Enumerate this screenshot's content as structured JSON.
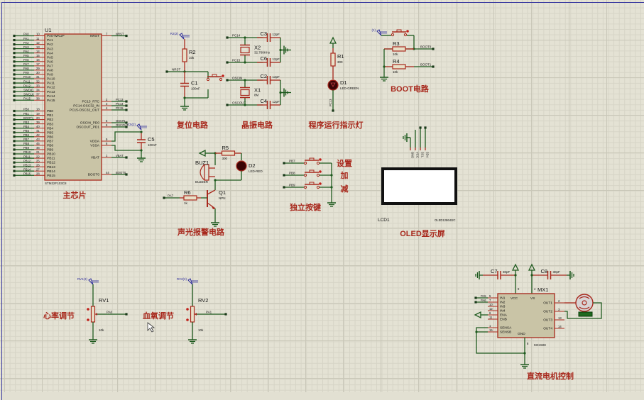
{
  "colors": {
    "wire": "#1e5a1e",
    "component": "#a8291d",
    "body": "#c9c4a6",
    "label": "#111111",
    "probe": "#2a2a9a"
  },
  "mcu": {
    "ref": "U1",
    "part": "STM32F103C8",
    "title": "主芯片",
    "left_pins": [
      {
        "net": "PA0",
        "num": "10",
        "name": "PA0-WKUP"
      },
      {
        "net": "PA1",
        "num": "11",
        "name": "PA1"
      },
      {
        "net": "PA2",
        "num": "12",
        "name": "PA2"
      },
      {
        "net": "PA3",
        "num": "13",
        "name": "PA3"
      },
      {
        "net": "PA4",
        "num": "14",
        "name": "PA4"
      },
      {
        "net": "PA5",
        "num": "15",
        "name": "PA5"
      },
      {
        "net": "PA6",
        "num": "16",
        "name": "PA6"
      },
      {
        "net": "PA7",
        "num": "17",
        "name": "PA7"
      },
      {
        "net": "PA8",
        "num": "29",
        "name": "PA8"
      },
      {
        "net": "PA9",
        "num": "30",
        "name": "PA9"
      },
      {
        "net": "PA10",
        "num": "31",
        "name": "PA10"
      },
      {
        "net": "PA11",
        "num": "32",
        "name": "PA11"
      },
      {
        "net": "PA12",
        "num": "33",
        "name": "PA12"
      },
      {
        "net": "SWDIO",
        "num": "34",
        "name": "PA13"
      },
      {
        "net": "SWCLK",
        "num": "37",
        "name": "PA14"
      },
      {
        "net": "PA15",
        "num": "38",
        "name": "PA15"
      },
      {
        "net": "PB0",
        "num": "18",
        "name": "PB0"
      },
      {
        "net": "PB1",
        "num": "19",
        "name": "PB1"
      },
      {
        "net": "BOOT1",
        "num": "20",
        "name": "PB2"
      },
      {
        "net": "PB3",
        "num": "39",
        "name": "PB3"
      },
      {
        "net": "PB4",
        "num": "40",
        "name": "PB4"
      },
      {
        "net": "PB5",
        "num": "41",
        "name": "PB5"
      },
      {
        "net": "PB6",
        "num": "42",
        "name": "PB6"
      },
      {
        "net": "PB7",
        "num": "43",
        "name": "PB7"
      },
      {
        "net": "PB8",
        "num": "45",
        "name": "PB8"
      },
      {
        "net": "PB9",
        "num": "46",
        "name": "PB9"
      },
      {
        "net": "PB10",
        "num": "21",
        "name": "PB10"
      },
      {
        "net": "PB11",
        "num": "22",
        "name": "PB11"
      },
      {
        "net": "PB12",
        "num": "25",
        "name": "PB12"
      },
      {
        "net": "PB13",
        "num": "26",
        "name": "PB13"
      },
      {
        "net": "PB14",
        "num": "27",
        "name": "PB14"
      },
      {
        "net": "PB15",
        "num": "28",
        "name": "PB15"
      }
    ],
    "right_pins": [
      {
        "name": "NRST",
        "num": "7",
        "net": "NRST"
      },
      {
        "name": "PC13_RTC",
        "num": "2",
        "net": "PC13"
      },
      {
        "name": "PC14-OSC32_IN",
        "num": "3",
        "net": "PC14"
      },
      {
        "name": "PC15-OSC32_OUT",
        "num": "4",
        "net": "PC15"
      },
      {
        "name": "OSCIN_PD0",
        "num": "5",
        "net": "OSCIN"
      },
      {
        "name": "OSCOUT_PD1",
        "num": "6",
        "net": "OSCOUT"
      },
      {
        "name": "VDDA",
        "num": "9",
        "net": ""
      },
      {
        "name": "VSSA",
        "num": "8",
        "net": ""
      },
      {
        "name": "VBAT",
        "num": "1",
        "net": "VBAT"
      },
      {
        "name": "BOOT0",
        "num": "44",
        "net": "BOOT0"
      }
    ],
    "cap": {
      "ref": "C5",
      "value": "100nF",
      "probe": "C5(2)"
    }
  },
  "reset": {
    "title": "复位电路",
    "r": {
      "ref": "R2",
      "value": "10k"
    },
    "c": {
      "ref": "C1",
      "value": "100nF"
    },
    "net": "NRST",
    "probe": "R2(2)"
  },
  "crystal": {
    "title": "晶振电路",
    "x2": {
      "ref": "X2",
      "value": "32.768KHz"
    },
    "x1": {
      "ref": "X1",
      "value": "8M"
    },
    "caps": [
      {
        "ref": "C3",
        "value": "12pF"
      },
      {
        "ref": "C6",
        "value": "12pF"
      },
      {
        "ref": "C2",
        "value": "12pF"
      },
      {
        "ref": "C4",
        "value": "12pF"
      }
    ],
    "nets": [
      "PC14",
      "PC15",
      "OSCIN",
      "OSCOUT"
    ]
  },
  "led": {
    "title": "程序运行指示灯",
    "r": {
      "ref": "R1",
      "value": "300"
    },
    "d": {
      "ref": "D1",
      "value": "LED-GREEN"
    },
    "net": "PC13"
  },
  "boot": {
    "title": "BOOT电路",
    "probe": "(1)",
    "r3": {
      "ref": "R3",
      "value": "10k"
    },
    "r4": {
      "ref": "R4",
      "value": "10k"
    },
    "nets": [
      "BOOT0",
      "BOOT1"
    ]
  },
  "alarm": {
    "title": "声光报警电路",
    "buz": {
      "ref": "BUZ1",
      "value": "BUZZER"
    },
    "r5": {
      "ref": "R5",
      "value": "300"
    },
    "d2": {
      "ref": "D2",
      "value": "LED-RED"
    },
    "r6": {
      "ref": "R6",
      "value": "1k"
    },
    "q1": {
      "ref": "Q1",
      "value": "NPN"
    },
    "net": "PA7"
  },
  "keys": {
    "title": "独立按键",
    "nets": [
      "PB7",
      "PB8",
      "PB9"
    ],
    "labels": [
      "设置",
      "加",
      "减"
    ]
  },
  "oled": {
    "title": "OLED显示屏",
    "ref": "LCD1",
    "part": "OLED12864I2C",
    "pins": [
      "GND",
      "VCC",
      "SCL",
      "SDA"
    ]
  },
  "rv1": {
    "title": "心率调节",
    "ref": "RV1",
    "value": "10k",
    "net": "PA0",
    "probe": "RV1(2)"
  },
  "rv2": {
    "title": "血氧调节",
    "ref": "RV2",
    "value": "10k",
    "net": "PA1",
    "probe": "RV2(2)"
  },
  "motor": {
    "title": "直流电机控制",
    "ref": "MX1",
    "part": "MX1508",
    "c7": {
      "ref": "C7",
      "value": "30pF"
    },
    "c8": {
      "ref": "C8",
      "value": "30pF"
    },
    "left_pins": [
      {
        "num": "5",
        "name": "IN1",
        "net": "PA5"
      },
      {
        "num": "7",
        "name": "IN2",
        "net": "PA6"
      },
      {
        "num": "10",
        "name": "IN3",
        "net": ""
      },
      {
        "num": "12",
        "name": "IN4",
        "net": ""
      },
      {
        "num": "6",
        "name": "ENA",
        "net": ""
      },
      {
        "num": "11",
        "name": "ENB",
        "net": ""
      },
      {
        "num": "1",
        "name": "SENSA",
        "net": ""
      },
      {
        "num": "15",
        "name": "SENSB",
        "net": ""
      }
    ],
    "right_pins": [
      {
        "num": "2",
        "name": "OUT1"
      },
      {
        "num": "3",
        "name": "OUT2"
      },
      {
        "num": "13",
        "name": "OUT3"
      },
      {
        "num": "14",
        "name": "OUT4"
      }
    ],
    "top_pins": [
      {
        "num": "9",
        "name": "VCC"
      },
      {
        "num": "4",
        "name": "VS"
      }
    ],
    "bottom_pin": {
      "num": "8",
      "name": "GND"
    }
  }
}
